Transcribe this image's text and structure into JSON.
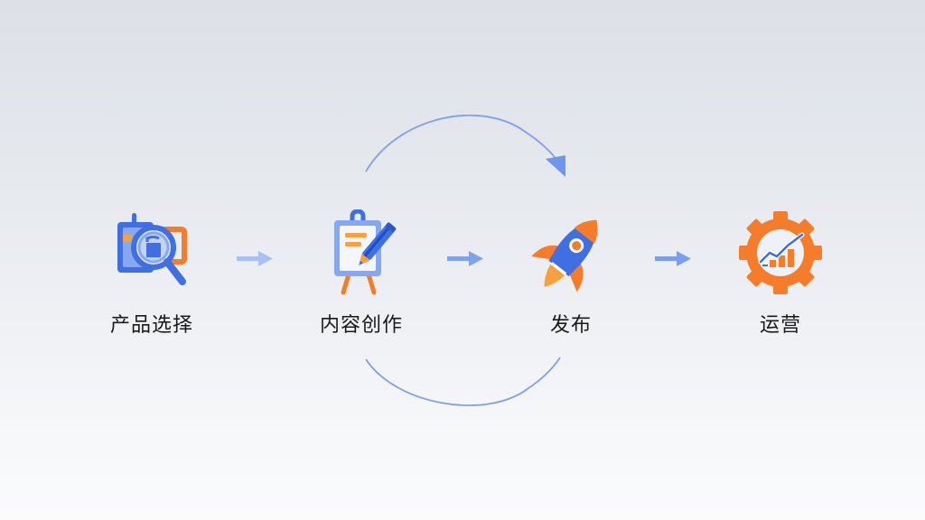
{
  "diagram": {
    "type": "process-flow",
    "colors": {
      "primary_blue": "#3f6fe0",
      "light_blue": "#86a8f0",
      "arrow_blue": "#8aaaf2",
      "cycle_arc": "#7ea0ec",
      "orange": "#f57c2a",
      "orange_light": "#f8a040",
      "text": "#1a1a1a"
    },
    "steps": [
      {
        "id": "product-selection",
        "label": "产品选择",
        "icon": "product-search-icon"
      },
      {
        "id": "content-creation",
        "label": "内容创作",
        "icon": "easel-pencil-icon"
      },
      {
        "id": "publish",
        "label": "发布",
        "icon": "rocket-icon"
      },
      {
        "id": "operations",
        "label": "运营",
        "icon": "gear-chart-icon"
      }
    ],
    "connectors": [
      {
        "from": "产品选择",
        "to": "内容创作",
        "icon": "arrow-right-icon"
      },
      {
        "from": "内容创作",
        "to": "发布",
        "icon": "arrow-right-icon"
      },
      {
        "from": "发布",
        "to": "运营",
        "icon": "arrow-right-icon"
      }
    ],
    "cycle": {
      "between": [
        "内容创作",
        "发布"
      ],
      "top_arc": "arrowhead-at-publish",
      "bottom_arc": "no-arrowhead"
    }
  }
}
